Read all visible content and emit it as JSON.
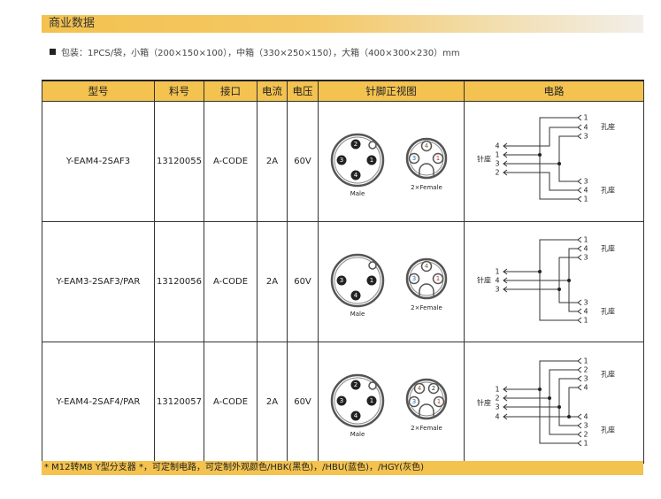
{
  "section_title": "商业数据",
  "packaging": "包装：1PCS/袋，小箱（200×150×100），中箱（330×250×150），大箱（400×300×230）mm",
  "headers": [
    "型号",
    "料号",
    "接口",
    "电流",
    "电压",
    "针脚正视图",
    "电路"
  ],
  "labels": {
    "male": "Male",
    "female": "2×Female",
    "pin_seat": "针座",
    "socket_seat": "孔座"
  },
  "colors": {
    "accent": "#f3c24f"
  },
  "rows": [
    {
      "model": "Y-EAM4-2SAF3",
      "part": "13120055",
      "interface": "A-CODE",
      "current": "2A",
      "voltage": "60V",
      "male_pins": [
        "1",
        "2",
        "3",
        "4"
      ],
      "female_pins": [
        "4",
        "3",
        "1"
      ],
      "circuit": {
        "left": [
          "4",
          "1",
          "3",
          "2"
        ],
        "top": [
          "1",
          "4",
          "3"
        ],
        "bottom": [
          "3",
          "4",
          "1"
        ]
      }
    },
    {
      "model": "Y-EAM3-2SAF3/PAR",
      "part": "13120056",
      "interface": "A-CODE",
      "current": "2A",
      "voltage": "60V",
      "male_pins": [
        "1",
        "3",
        "4"
      ],
      "female_pins": [
        "4",
        "3",
        "1"
      ],
      "circuit": {
        "left": [
          "1",
          "4",
          "3"
        ],
        "top": [
          "1",
          "4",
          "3"
        ],
        "bottom": [
          "3",
          "4",
          "1"
        ]
      }
    },
    {
      "model": "Y-EAM4-2SAF4/PAR",
      "part": "13120057",
      "interface": "A-CODE",
      "current": "2A",
      "voltage": "60V",
      "male_pins": [
        "1",
        "2",
        "3",
        "4"
      ],
      "female_pins": [
        "4",
        "2",
        "3",
        "1"
      ],
      "circuit": {
        "left": [
          "1",
          "2",
          "3",
          "4"
        ],
        "top": [
          "1",
          "2",
          "3",
          "4"
        ],
        "bottom": [
          "4",
          "3",
          "2",
          "1"
        ]
      }
    }
  ],
  "footnote": "* M12转M8 Y型分支器 *，可定制电路，可定制外观颜色/HBK(黑色)，/HBU(蓝色)，/HGY(灰色)"
}
